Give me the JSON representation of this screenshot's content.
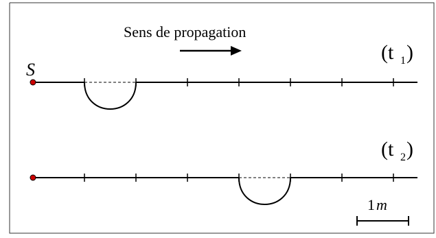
{
  "propagation": {
    "label": "Sens de propagation"
  },
  "source": {
    "label": "S",
    "color": "#cc0000"
  },
  "snapshots": [
    {
      "label": "(t",
      "subscript": "1",
      "close": ")",
      "pulse_start_tick": 1
    },
    {
      "label": "(t",
      "subscript": "2",
      "close": ")",
      "pulse_start_tick": 4
    }
  ],
  "scale": {
    "value": "1",
    "unit": "m"
  },
  "tick_count": 7
}
